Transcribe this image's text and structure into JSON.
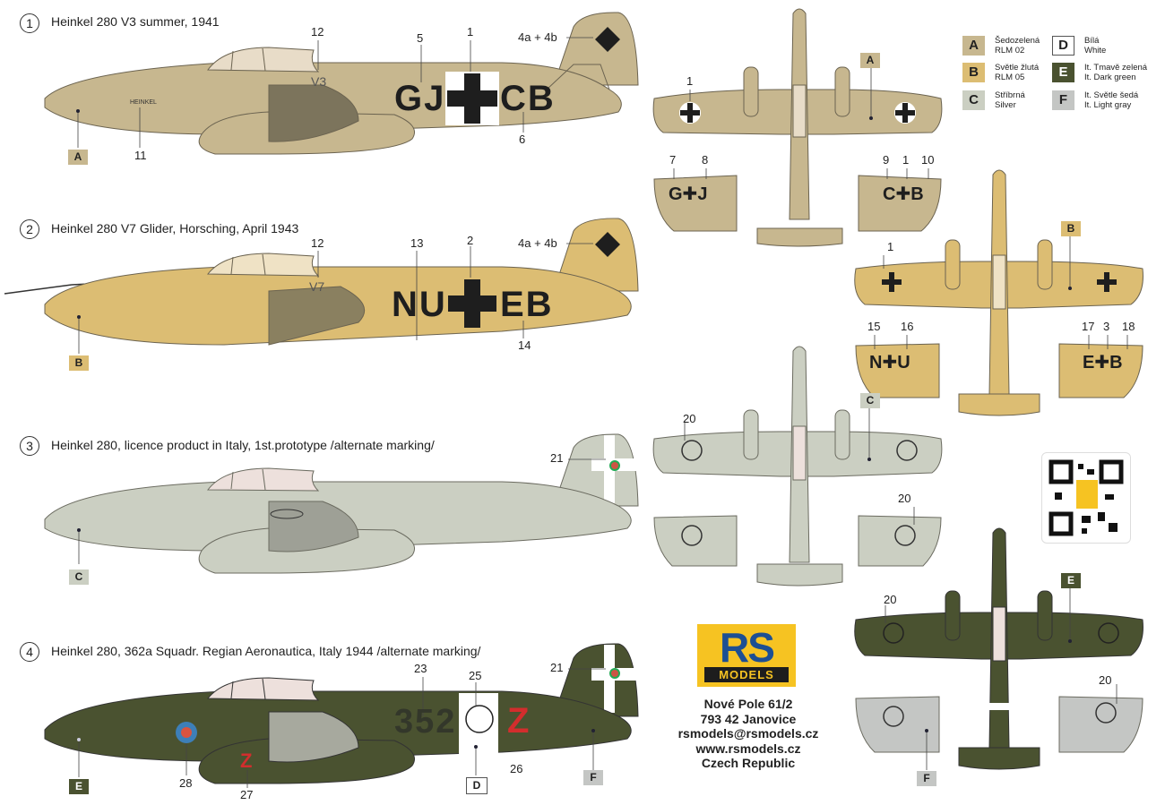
{
  "schemes": [
    {
      "number": "1",
      "title": "Heinkel 280 V3 summer, 1941"
    },
    {
      "number": "2",
      "title": "Heinkel 280 V7 Glider, Horsching, April 1943"
    },
    {
      "number": "3",
      "title": "Heinkel 280, licence product in Italy, 1st.prototype /alternate marking/"
    },
    {
      "number": "4",
      "title": "Heinkel 280, 362a Squadr. Regian Aeronautica, Italy 1944 /alternate marking/"
    }
  ],
  "markings": {
    "s1": {
      "code_left": "GJ",
      "code_right": "CB",
      "fuselage_text": "HEINKEL",
      "engine_code": "V3"
    },
    "s2": {
      "code_left": "NU",
      "code_right": "EB",
      "engine_code": "V7"
    },
    "s4": {
      "code": "352",
      "letter": "Z",
      "engine_letter": "Z"
    }
  },
  "callouts": {
    "c1": "1",
    "c12": "12",
    "c5": "5",
    "c4ab": "4a + 4b",
    "c6": "6",
    "c11": "11",
    "c12b": "12",
    "c13": "13",
    "c2": "2",
    "c4ab2": "4a + 4b",
    "c14": "14",
    "c21": "21",
    "c23": "23",
    "c25": "25",
    "c21b": "21",
    "c26": "26",
    "c28": "28",
    "c27": "27",
    "w1": "1",
    "w7": "7",
    "w8": "8",
    "w9": "9",
    "w1b": "1",
    "w10": "10",
    "w1c": "1",
    "w15": "15",
    "w16": "16",
    "w17": "17",
    "w3": "3",
    "w18": "18",
    "w20a": "20",
    "w20b": "20",
    "w20c": "20",
    "w20d": "20"
  },
  "wing_codes": {
    "s1_left": "G✚J",
    "s1_right": "C✚B",
    "s2_left": "N✚U",
    "s2_right": "E✚B"
  },
  "badges": {
    "s1": "A",
    "s2": "B",
    "s3": "C",
    "s4a": "E",
    "s4b": "D",
    "s4c": "F",
    "top1": "A",
    "top2": "B",
    "top3": "C",
    "top4": "E",
    "top4f": "F"
  },
  "legend": [
    {
      "letter": "A",
      "line1": "Šedozelená",
      "line2": "RLM 02",
      "color": "#c7b78f"
    },
    {
      "letter": "D",
      "line1": "Bílá",
      "line2": "White",
      "color": "#ffffff"
    },
    {
      "letter": "B",
      "line1": "Světle žlutá",
      "line2": "RLM 05",
      "color": "#dcbd73"
    },
    {
      "letter": "E",
      "line1": "It. Tmavě zelená",
      "line2": "It. Dark green",
      "color": "#4a5230"
    },
    {
      "letter": "C",
      "line1": "Stříbrná",
      "line2": "Silver",
      "color": "#cbcfc2"
    },
    {
      "letter": "F",
      "line1": "It. Světle šedá",
      "line2": "It. Light gray",
      "color": "#c4c6c4"
    }
  ],
  "logo": {
    "brand": "RS",
    "sub": "MODELS"
  },
  "address": [
    "Nové Pole 61/2",
    "793 42 Janovice",
    "rsmodels@rsmodels.cz",
    "www.rsmodels.cz",
    "Czech Republic"
  ],
  "colors": {
    "sand": "#c7b78f",
    "yellow": "#dcbd73",
    "silver": "#cbcfc2",
    "green": "#4a5230",
    "gray": "#c4c6c4"
  }
}
